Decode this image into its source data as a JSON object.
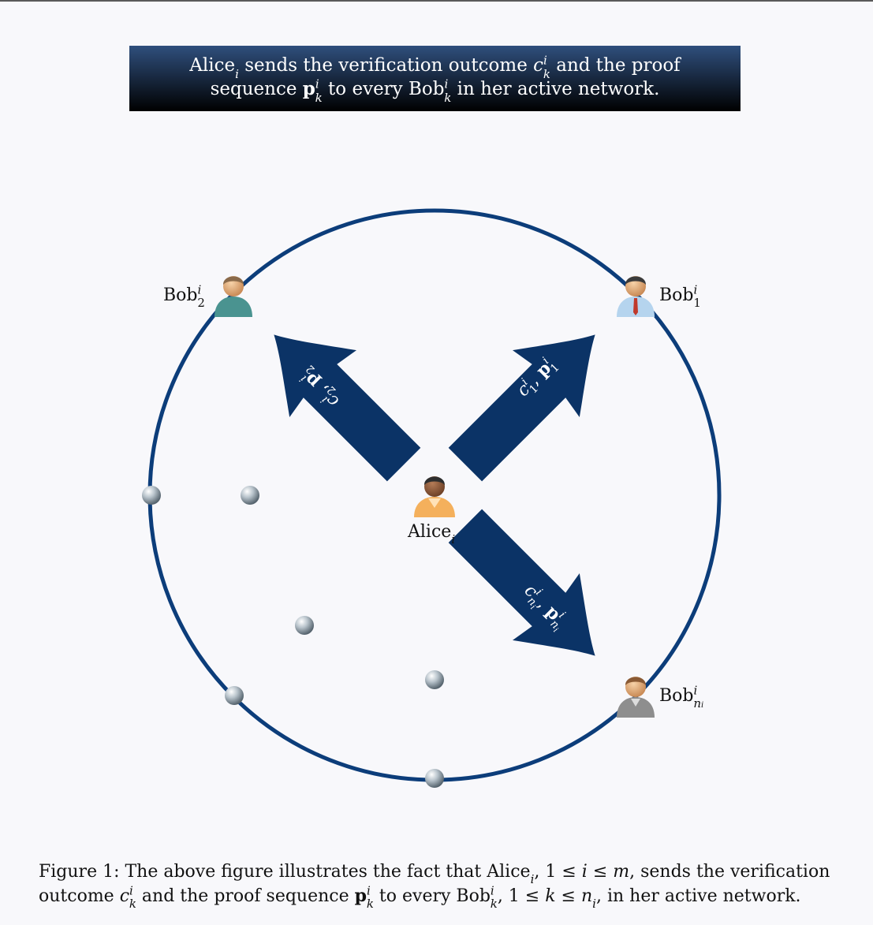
{
  "banner": {
    "line1_prefix": "Alice",
    "line1_sub": "i",
    "line1_mid": " sends the verification outcome ",
    "line1_var": "c",
    "line1_var_sup": "i",
    "line1_var_sub": "k",
    "line1_suffix": " and the proof",
    "line2_prefix": "sequence ",
    "line2_var": "p",
    "line2_var_sup": "i",
    "line2_var_sub": "k",
    "line2_mid": " to every Bob",
    "line2_bob_sup": "i",
    "line2_bob_sub": "k",
    "line2_suffix": " in her active network."
  },
  "nodes": {
    "alice": {
      "name": "Alice",
      "sub": "i"
    },
    "bob1": {
      "name": "Bob",
      "sup": "i",
      "sub": "1"
    },
    "bob2": {
      "name": "Bob",
      "sup": "i",
      "sub": "2"
    },
    "bobn": {
      "name": "Bob",
      "sup": "i",
      "sub": "n",
      "subsub": "i"
    }
  },
  "arrows": {
    "to_bob1": {
      "c": "c",
      "sup": "i",
      "sub": "1",
      "p": "p"
    },
    "to_bob2": {
      "c": "c",
      "sup": "i",
      "sub": "2",
      "p": "p"
    },
    "to_bobn": {
      "c": "c",
      "sup": "i",
      "sub": "n",
      "subsub": "i",
      "p": "p"
    }
  },
  "caption": {
    "prefix": "Figure 1: The above figure illustrates the fact that Alice",
    "alice_sub": "i",
    "range1": ", 1 ≤ ",
    "range1_var": "i",
    "range1_mid": " ≤ ",
    "range1_end": "m",
    "mid1": ", sends the verification outcome ",
    "c": "c",
    "c_sup": "i",
    "c_sub": "k",
    "mid2": " and the proof sequence ",
    "p": "p",
    "p_sup": "i",
    "p_sub": "k",
    "mid3": " to every Bob",
    "bob_sup": "i",
    "bob_sub": "k",
    "range2": ", 1 ≤ ",
    "range2_var": "k",
    "range2_mid": " ≤ ",
    "range2_end": "n",
    "range2_end_sub": "i",
    "suffix": ", in her active network."
  },
  "colors": {
    "circle": "#0c3d7a",
    "arrow": "#0b3366",
    "banner_top": "#2f4f7d",
    "banner_bottom": "#000000"
  },
  "icons": [
    "alice-person-icon",
    "bob-person-icon",
    "sphere-icon"
  ]
}
